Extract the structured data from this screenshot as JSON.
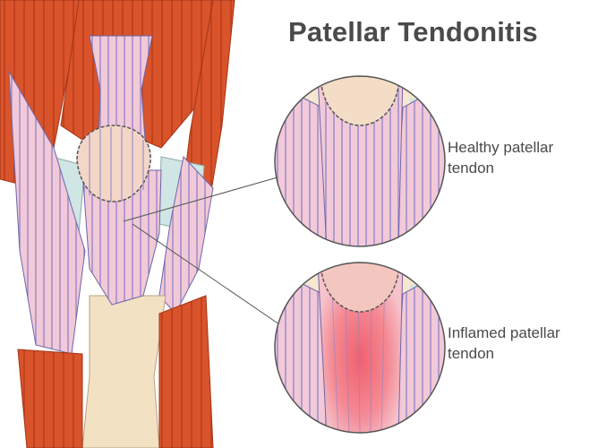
{
  "title": "Patellar Tendonitis",
  "labels": {
    "healthy": {
      "line1": "Healthy patellar",
      "line2": "tendon"
    },
    "inflamed": {
      "line1": "Inflamed patellar",
      "line2": "tendon"
    }
  },
  "colors": {
    "muscle": "#d9532b",
    "muscle_dark": "#b83a1d",
    "ligament": "#f2c9d8",
    "ligament_stripe": "#8e83c4",
    "bone": "#f2e1c3",
    "cartilage": "#cfe6e4",
    "inflamed": "#f07c88",
    "outline": "#555555",
    "text": "#4a4a4a"
  }
}
